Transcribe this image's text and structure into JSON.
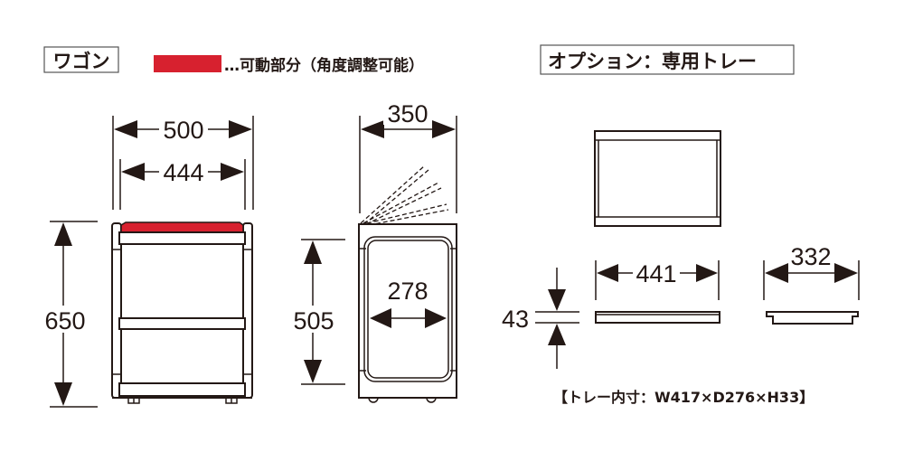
{
  "wagon": {
    "title": "ワゴン",
    "legend_text": "…可動部分（角度調整可能）",
    "legend_color": "#d7212f",
    "front": {
      "width_outer": "500",
      "width_inner": "444",
      "height": "650"
    },
    "side": {
      "depth": "350",
      "inner_depth": "278",
      "inner_height": "505"
    }
  },
  "tray": {
    "title": "オプション：専用トレー",
    "width": "441",
    "depth": "332",
    "height": "43",
    "inner_note": "【トレー内寸：W417×D276×H33】"
  }
}
